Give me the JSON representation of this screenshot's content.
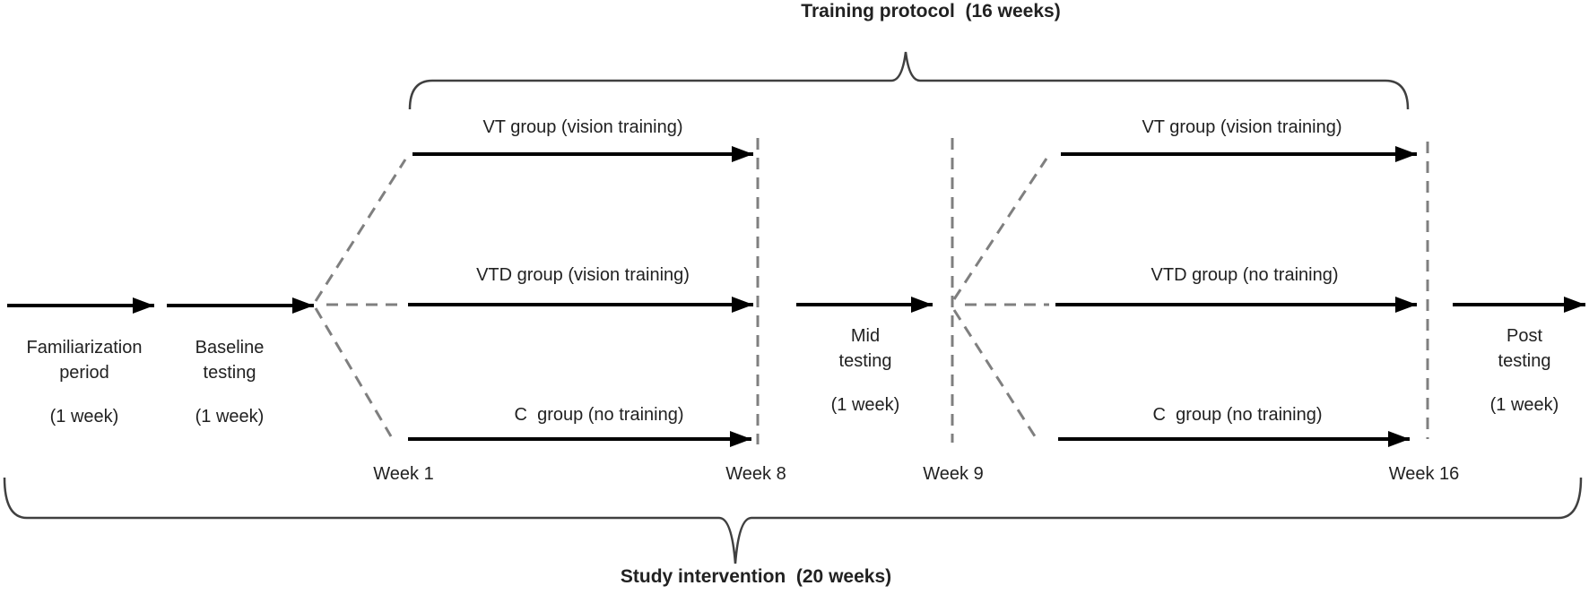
{
  "diagram": {
    "top_brace_label": "Training protocol  (16 weeks)",
    "bottom_brace_label": "Study intervention  (20 weeks)",
    "stages": [
      {
        "line1": "Familiarization",
        "line2": "period",
        "duration": "(1 week)"
      },
      {
        "line1": "Baseline",
        "line2": "testing",
        "duration": "(1 week)"
      },
      {
        "line1": "Mid",
        "line2": "testing",
        "duration": "(1 week)"
      },
      {
        "line1": "Post",
        "line2": "testing",
        "duration": "(1 week)"
      }
    ],
    "phase1": {
      "vt": "VT group (vision training)",
      "vtd": "VTD group (vision training)",
      "c": "C  group (no training)"
    },
    "phase2": {
      "vt": "VT group (vision training)",
      "vtd": "VTD group (no training)",
      "c": "C  group (no training)"
    },
    "weeks": [
      "Week 1",
      "Week 8",
      "Week 9",
      "Week 16"
    ],
    "colors": {
      "arrow": "#000000",
      "dashed_connector": "#7f7f7f",
      "brace": "#404040",
      "text": "#212121"
    }
  }
}
